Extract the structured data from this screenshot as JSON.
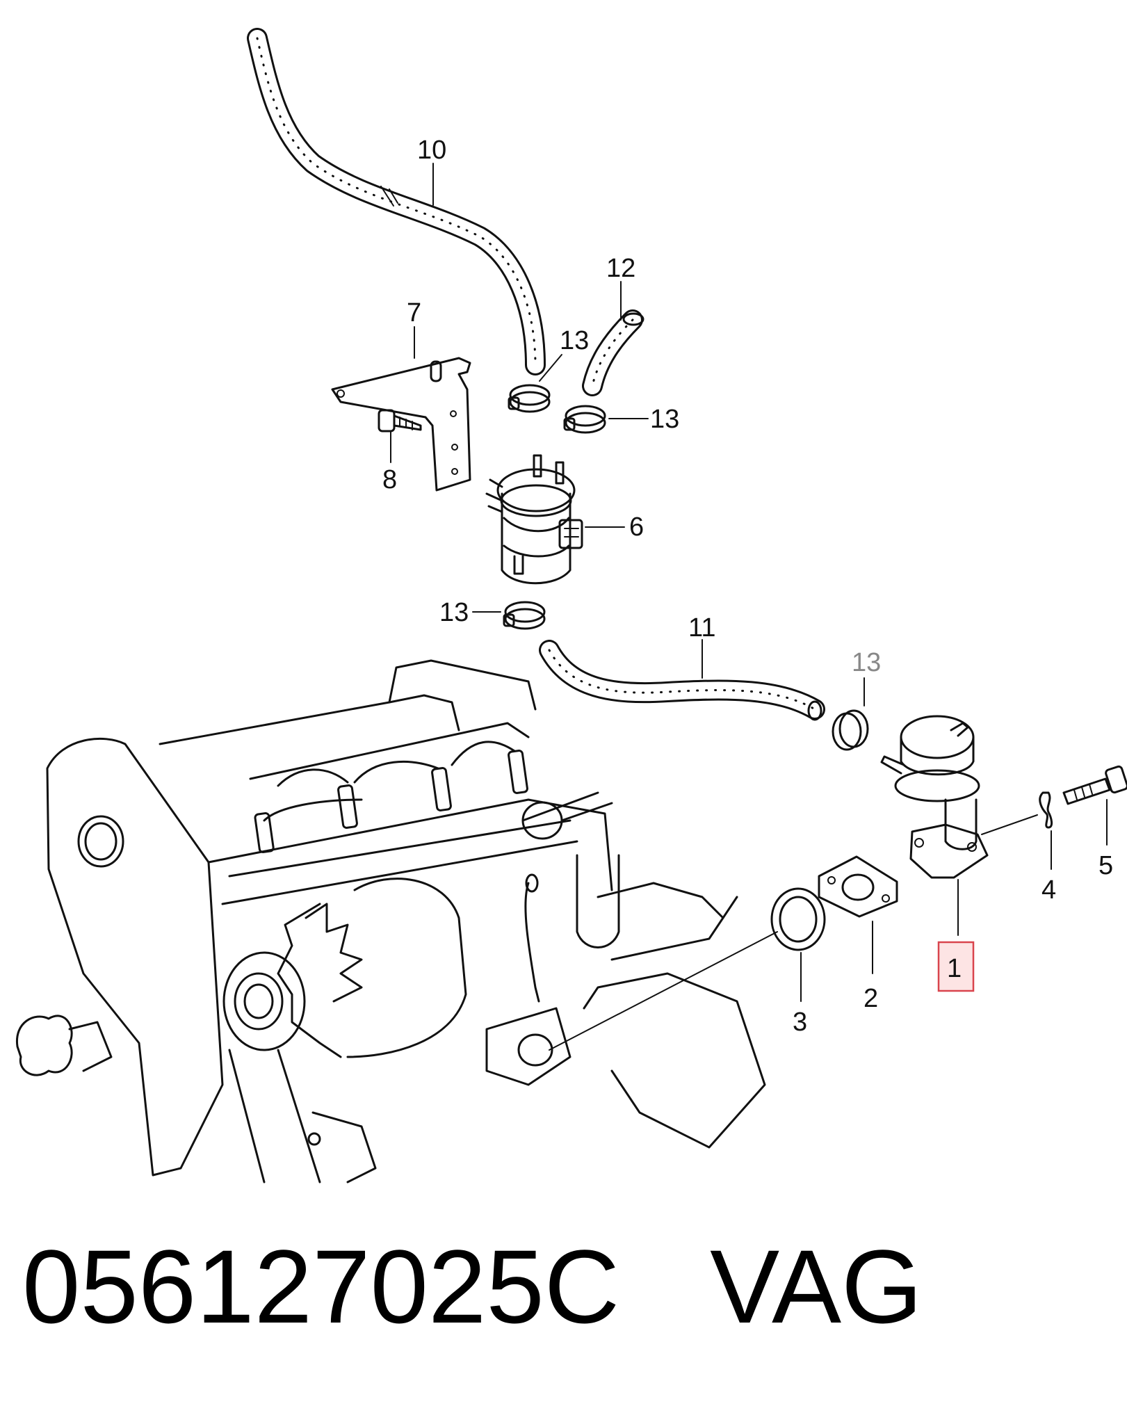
{
  "caption": {
    "part_number": "056127025C",
    "brand": "VAG"
  },
  "callouts": [
    {
      "id": "c1",
      "label": "1",
      "highlighted": true
    },
    {
      "id": "c2",
      "label": "2"
    },
    {
      "id": "c3",
      "label": "3"
    },
    {
      "id": "c4",
      "label": "4"
    },
    {
      "id": "c5",
      "label": "5"
    },
    {
      "id": "c6",
      "label": "6"
    },
    {
      "id": "c7",
      "label": "7"
    },
    {
      "id": "c8",
      "label": "8"
    },
    {
      "id": "c10",
      "label": "10"
    },
    {
      "id": "c11",
      "label": "11"
    },
    {
      "id": "c12",
      "label": "12"
    },
    {
      "id": "c13a",
      "label": "13"
    },
    {
      "id": "c13b",
      "label": "13"
    },
    {
      "id": "c13c",
      "label": "13"
    },
    {
      "id": "c13d",
      "label": "13",
      "faint": true
    }
  ],
  "colors": {
    "line": "#111111",
    "highlight_fill": "#fde4e4",
    "highlight_stroke": "#d9444d"
  }
}
